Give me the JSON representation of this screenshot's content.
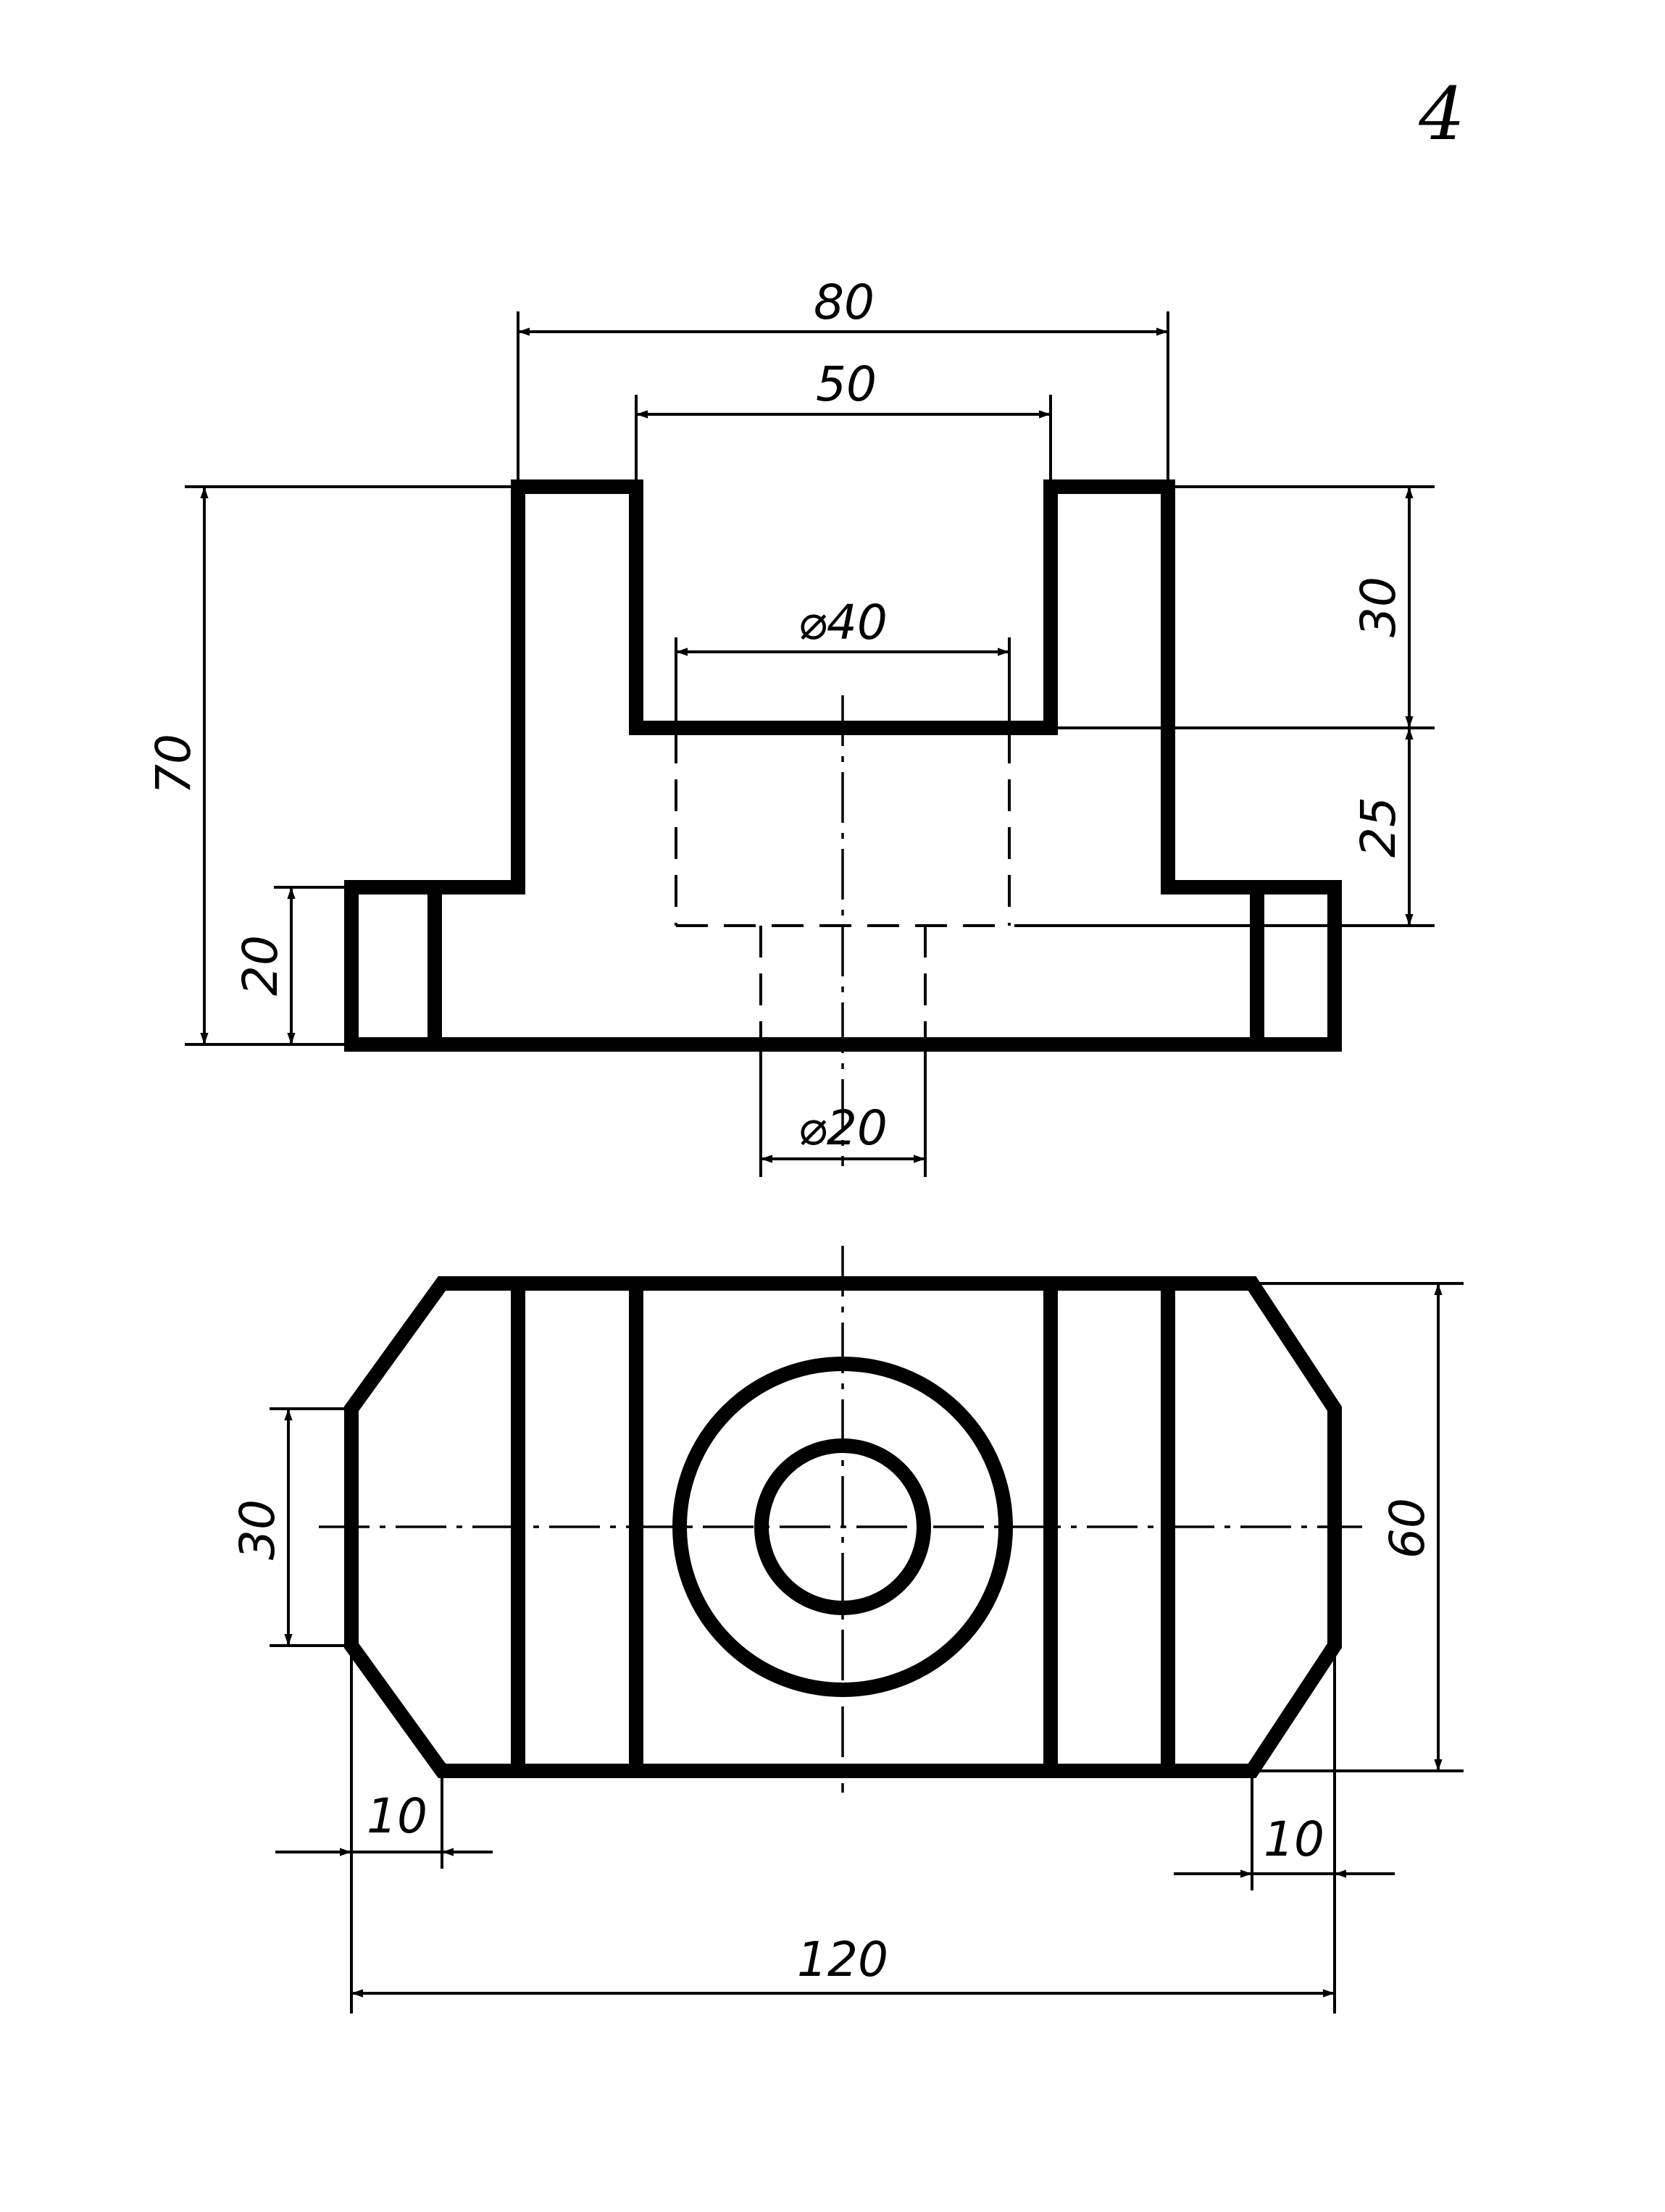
{
  "sheet_number": "4",
  "front_view": {
    "dim_overall_width": "80",
    "dim_slot_width": "50",
    "dim_bore_diameter": "⌀40",
    "dim_hole_diameter": "⌀20",
    "dim_total_height": "70",
    "dim_base_height": "20",
    "dim_slot_depth": "30",
    "dim_bore_depth": "25"
  },
  "top_view": {
    "dim_flat_width": "30",
    "dim_total_depth": "60",
    "dim_chamfer_left": "10",
    "dim_chamfer_right": "10",
    "dim_total_length": "120"
  }
}
